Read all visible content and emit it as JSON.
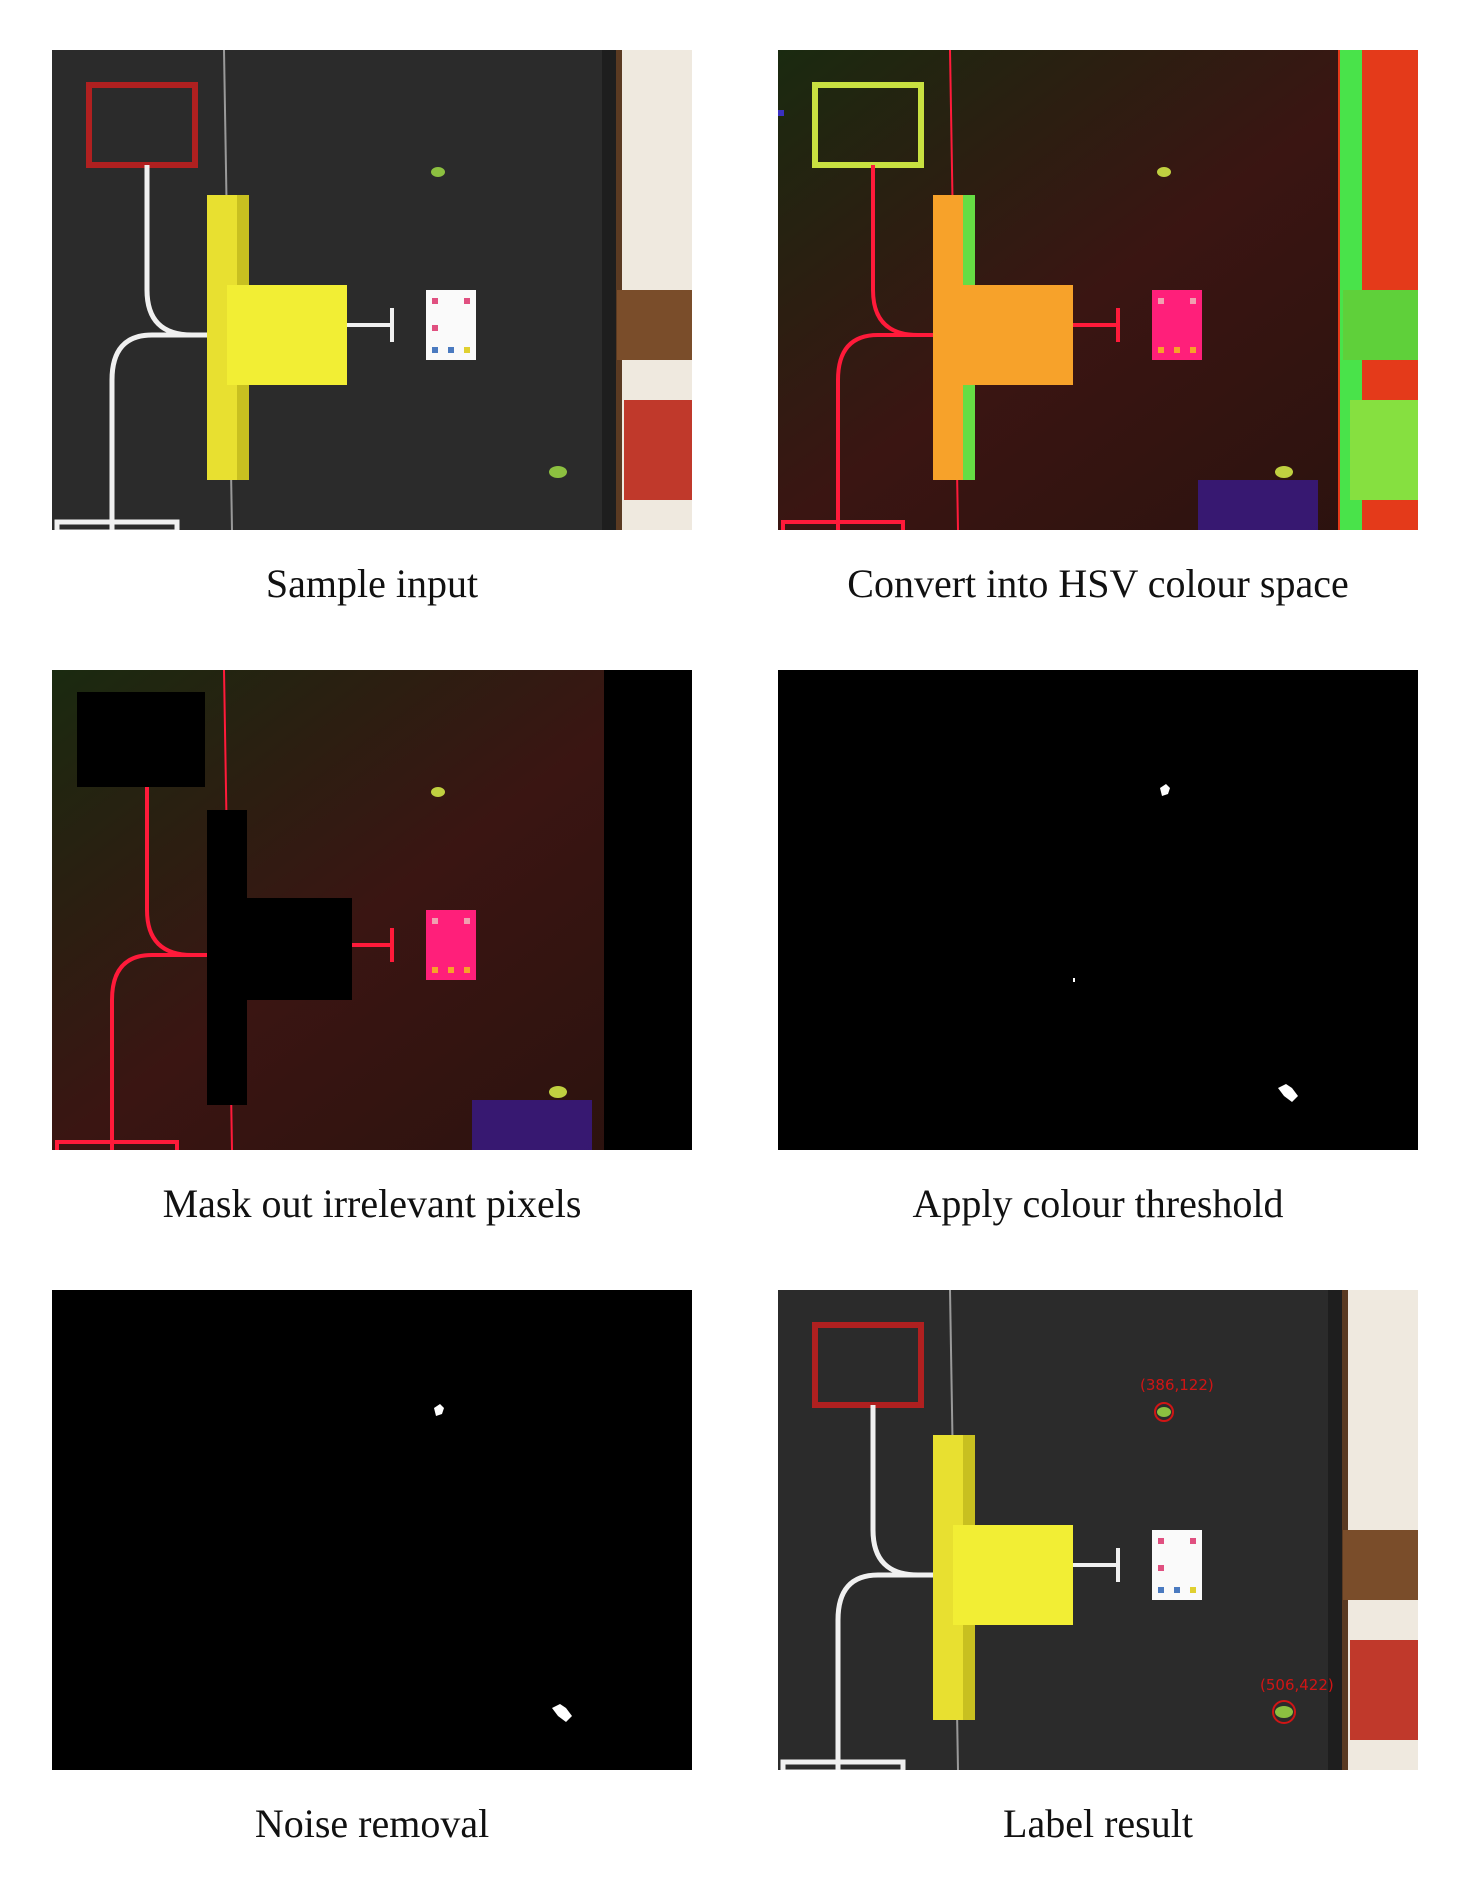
{
  "figure": {
    "panels": [
      {
        "id": "p1",
        "caption": "Sample input"
      },
      {
        "id": "p2",
        "caption": "Convert into HSV colour space"
      },
      {
        "id": "p3",
        "caption": "Mask out irrelevant pixels"
      },
      {
        "id": "p4",
        "caption": "Apply colour threshold"
      },
      {
        "id": "p5",
        "caption": "Noise removal"
      },
      {
        "id": "p6",
        "caption": "Label result"
      }
    ],
    "labels": {
      "blob_top": "(386,122)",
      "blob_bottom": "(506,422)"
    },
    "colors": {
      "board": "#2b2b2b",
      "hsv_board": "#3a1512",
      "line_white": "#f0f0f0",
      "line_red": "#ff1a3a",
      "platform_yellow": "#f2ee34",
      "platform_orange": "#f7a22a",
      "card_white": "#fafafa",
      "card_magenta": "#ff1f7a",
      "label_red": "#d01515"
    }
  }
}
